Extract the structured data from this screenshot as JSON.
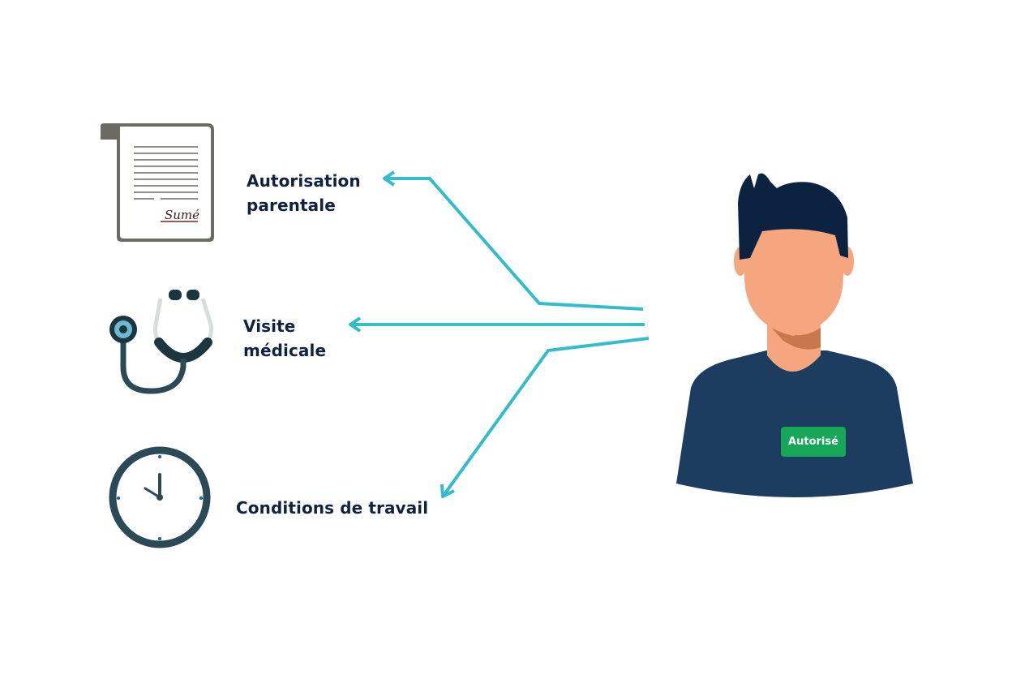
{
  "diagram": {
    "items": [
      {
        "id": "autorisation",
        "icon": "document-signature-icon",
        "label_line1": "Autorisation",
        "label_line2": "parentale"
      },
      {
        "id": "visite",
        "icon": "stethoscope-icon",
        "label_line1": "Visite",
        "label_line2": "médicale"
      },
      {
        "id": "conditions",
        "icon": "clock-icon",
        "label_line1": "Conditions de travail"
      }
    ],
    "person": {
      "icon": "person-avatar-icon",
      "badge_label": "Autorisé"
    },
    "signature_text": "Sumé",
    "colors": {
      "arrow": "#35bccb",
      "text": "#0f2340",
      "badge": "#16a758",
      "shirt": "#1c3d60",
      "hair": "#0b2340",
      "skin": "#f6a67e",
      "icon_dark": "#2c4a56"
    }
  }
}
